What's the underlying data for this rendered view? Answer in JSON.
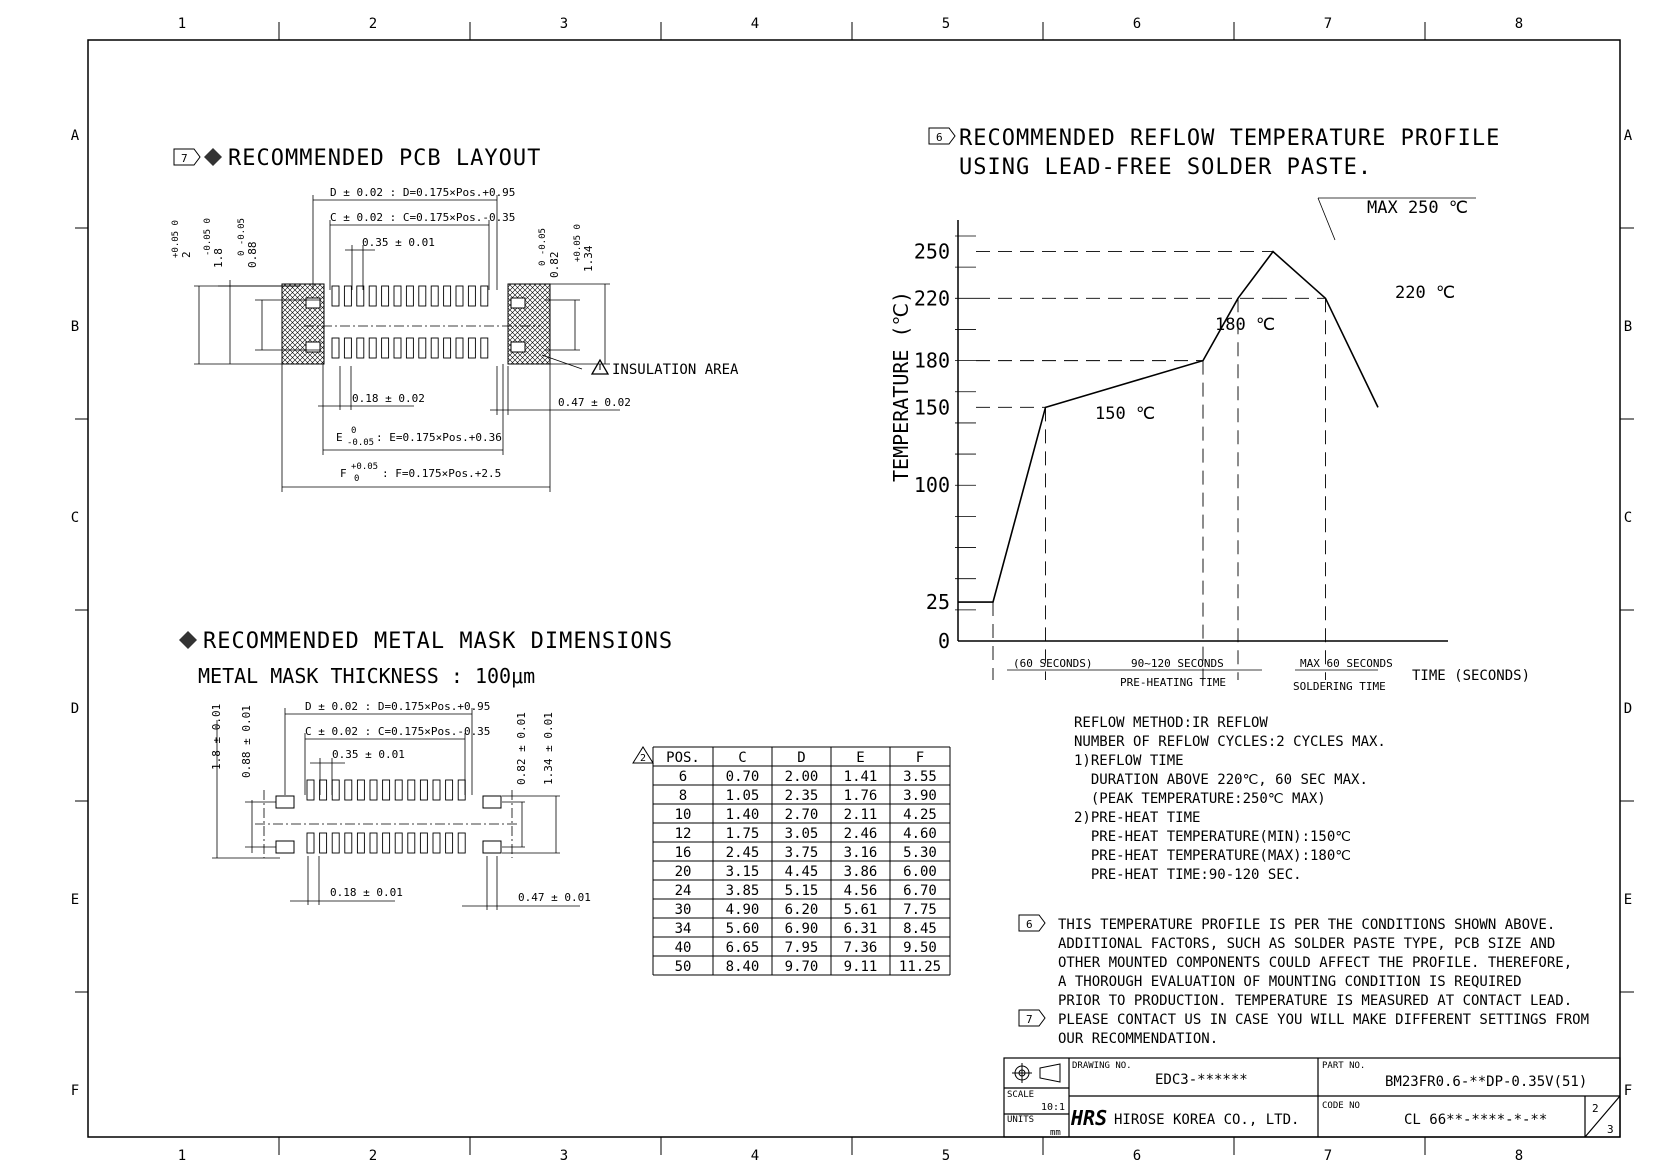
{
  "frame": {
    "columns": [
      "1",
      "2",
      "3",
      "4",
      "5",
      "6",
      "7",
      "8"
    ],
    "rows": [
      "A",
      "B",
      "C",
      "D",
      "E",
      "F"
    ]
  },
  "pcb_layout": {
    "note_mark": "7",
    "title": "RECOMMENDED PCB LAYOUT",
    "dims": {
      "d": "D ± 0.02 : D=0.175×Pos.+0.95",
      "c": "C ± 0.02 : C=0.175×Pos.-0.35",
      "pitch": "0.35 ± 0.01",
      "w": "0.18 ± 0.02",
      "right": "0.47 ± 0.02",
      "e_label": "E",
      "e_tol_top": "0",
      "e_tol_bot": "-0.05",
      "e_formula": ": E=0.175×Pos.+0.36",
      "f_label": "F",
      "f_tol_top": "+0.05",
      "f_tol_bot": "0",
      "f_formula": ": F=0.175×Pos.+2.5",
      "v1": "2",
      "v1_tol": "+0.05 0",
      "v2": "1.8",
      "v2_tol": "-0.05 0",
      "v3": "0.88",
      "v3_tol": "0 -0.05",
      "v4": "0.82",
      "v4_tol": "0 -0.05",
      "v5": "1.34",
      "v5_tol": "+0.05 0"
    },
    "insulation_label": "INSULATION AREA"
  },
  "metal_mask": {
    "title": "RECOMMENDED METAL MASK DIMENSIONS",
    "thickness": "METAL MASK THICKNESS : 100μm",
    "dims": {
      "d": "D ± 0.02 : D=0.175×Pos.+0.95",
      "c": "C ± 0.02 : C=0.175×Pos.-0.35",
      "pitch": "0.35 ± 0.01",
      "w": "0.18 ± 0.01",
      "right": "0.47 ± 0.01",
      "v1": "1.8 ± 0.01",
      "v2": "0.88 ± 0.01",
      "v3": "0.82 ± 0.01",
      "v4": "1.34 ± 0.01"
    }
  },
  "dim_table": {
    "note_mark": "2",
    "headers": [
      "POS.",
      "C",
      "D",
      "E",
      "F"
    ],
    "rows": [
      [
        "6",
        "0.70",
        "2.00",
        "1.41",
        "3.55"
      ],
      [
        "8",
        "1.05",
        "2.35",
        "1.76",
        "3.90"
      ],
      [
        "10",
        "1.40",
        "2.70",
        "2.11",
        "4.25"
      ],
      [
        "12",
        "1.75",
        "3.05",
        "2.46",
        "4.60"
      ],
      [
        "16",
        "2.45",
        "3.75",
        "3.16",
        "5.30"
      ],
      [
        "20",
        "3.15",
        "4.45",
        "3.86",
        "6.00"
      ],
      [
        "24",
        "3.85",
        "5.15",
        "4.56",
        "6.70"
      ],
      [
        "30",
        "4.90",
        "6.20",
        "5.61",
        "7.75"
      ],
      [
        "34",
        "5.60",
        "6.90",
        "6.31",
        "8.45"
      ],
      [
        "40",
        "6.65",
        "7.95",
        "7.36",
        "9.50"
      ],
      [
        "50",
        "8.40",
        "9.70",
        "9.11",
        "11.25"
      ]
    ]
  },
  "reflow": {
    "note_mark": "6",
    "title_line1": "RECOMMENDED REFLOW TEMPERATURE PROFILE",
    "title_line2": "USING LEAD-FREE SOLDER PASTE.",
    "peak_label": "MAX 250 ℃",
    "label_220": "220 ℃",
    "label_180": "180 ℃",
    "label_150": "150 ℃",
    "ylabel": "TEMPERATURE (℃)",
    "xlabel": "TIME (SECONDS)",
    "seg_60": "(60 SECONDS)",
    "seg_90": "90~120 SECONDS",
    "seg_preheat": "PRE-HEATING TIME",
    "seg_max60": "MAX 60 SECONDS",
    "seg_soldering": "SOLDERING TIME"
  },
  "chart_data": {
    "type": "line",
    "series": [
      {
        "values": [
          25,
          25,
          150,
          180,
          220,
          250,
          220,
          150
        ]
      }
    ],
    "x": [
      0,
      1,
      2.5,
      7,
      8,
      9,
      10.5,
      12
    ],
    "yticks": [
      "0",
      "25",
      "100",
      "150",
      "180",
      "220",
      "250"
    ],
    "ylim": [
      0,
      260
    ],
    "xlabel": "TIME (SECONDS)",
    "ylabel": "TEMPERATURE (℃)",
    "grid": false
  },
  "conditions": [
    "REFLOW METHOD:IR REFLOW",
    "NUMBER OF REFLOW CYCLES:2 CYCLES MAX.",
    "1)REFLOW TIME",
    "  DURATION ABOVE 220℃, 60 SEC MAX.",
    "  (PEAK TEMPERATURE:250℃ MAX)",
    "2)PRE-HEAT TIME",
    "  PRE-HEAT TEMPERATURE(MIN):150℃",
    "  PRE-HEAT TEMPERATURE(MAX):180℃",
    "  PRE-HEAT TIME:90-120 SEC."
  ],
  "notes": {
    "n6_mark": "6",
    "n6_lines": [
      "THIS TEMPERATURE PROFILE IS PER THE CONDITIONS SHOWN ABOVE.",
      "ADDITIONAL FACTORS, SUCH AS SOLDER PASTE TYPE, PCB SIZE AND",
      "OTHER MOUNTED COMPONENTS COULD AFFECT THE PROFILE. THEREFORE,",
      "A THOROUGH EVALUATION OF MOUNTING CONDITION IS REQUIRED",
      "PRIOR TO PRODUCTION. TEMPERATURE IS MEASURED AT CONTACT LEAD."
    ],
    "n7_mark": "7",
    "n7_lines": [
      "PLEASE CONTACT US IN CASE YOU WILL MAKE DIFFERENT SETTINGS FROM",
      "OUR RECOMMENDATION."
    ]
  },
  "title_block": {
    "drawing_no_label": "DRAWING NO.",
    "drawing_no": "EDC3-******",
    "part_no_label": "PART NO.",
    "part_no": "BM23FR0.6-**DP-0.35V(51)",
    "scale_label": "SCALE",
    "scale": "10:1",
    "units_label": "UNITS",
    "units": "mm",
    "logo": "HRS",
    "company": "HIROSE KOREA CO., LTD.",
    "code_no_label": "CODE NO",
    "code_no": "CL 66**-****-*-**",
    "sheet": "2",
    "sheets": "3"
  }
}
